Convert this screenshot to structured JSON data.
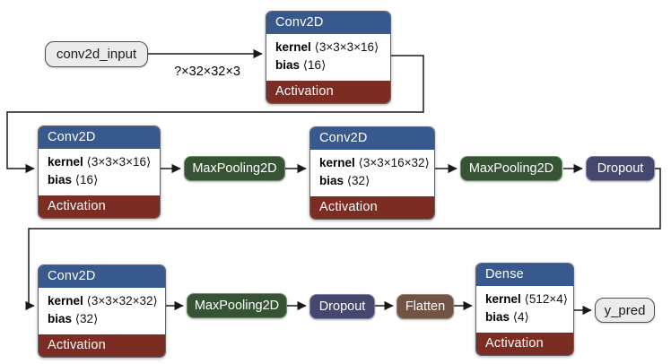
{
  "colors": {
    "conv_header": "#38598e",
    "activation": "#7b2d23",
    "pooling": "#365433",
    "dropout": "#45476f",
    "flatten": "#725447",
    "io_fill": "#ebebeb",
    "edge": "#1a1a1a"
  },
  "labels": {
    "kernel": "kernel",
    "bias": "bias",
    "activation": "Activation"
  },
  "io": {
    "input_label": "conv2d_input",
    "output_label": "y_pred"
  },
  "edges": {
    "input_shape_label": "?×32×32×3"
  },
  "nodes": {
    "conv1": {
      "title": "Conv2D",
      "kernel": "⟨3×3×3×16⟩",
      "bias": "⟨16⟩"
    },
    "conv2": {
      "title": "Conv2D",
      "kernel": "⟨3×3×3×16⟩",
      "bias": "⟨16⟩"
    },
    "maxpool1": {
      "title": "MaxPooling2D"
    },
    "conv3": {
      "title": "Conv2D",
      "kernel": "⟨3×3×16×32⟩",
      "bias": "⟨32⟩"
    },
    "maxpool2": {
      "title": "MaxPooling2D"
    },
    "dropout1": {
      "title": "Dropout"
    },
    "conv4": {
      "title": "Conv2D",
      "kernel": "⟨3×3×32×32⟩",
      "bias": "⟨32⟩"
    },
    "maxpool3": {
      "title": "MaxPooling2D"
    },
    "dropout2": {
      "title": "Dropout"
    },
    "flatten": {
      "title": "Flatten"
    },
    "dense": {
      "title": "Dense",
      "kernel": "⟨512×4⟩",
      "bias": "⟨4⟩"
    }
  }
}
